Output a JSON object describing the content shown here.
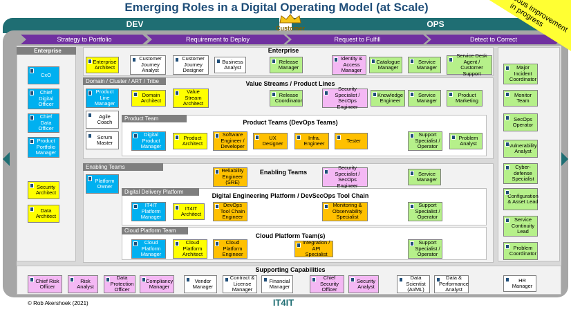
{
  "title": "Emerging Roles in a Digital Operating Model (at Scale)",
  "ribbon": "Continuous improvement in progress",
  "dev_label": "DEV",
  "ops_label": "OPS",
  "customer_label": "Customer",
  "value_streams": [
    "Strategy to Portfolio",
    "Requirement to Deploy",
    "Request to Fulfill",
    "Detect to Correct"
  ],
  "enterprise_left": {
    "tab": "Enterprise",
    "roles": [
      "CxO",
      "Chief Digital Officer",
      "Chief Data Officer",
      "Product Portfolio Manager",
      "Security Architect",
      "Data Architect"
    ]
  },
  "enterprise_main": {
    "heading": "Enterprise",
    "roles": [
      "Enterprise Architect",
      "Customer Journey Analyst",
      "Customer Journey Designer",
      "Business Analyst",
      "Release Manager",
      "Identity & Access Manager",
      "Catalogue Manager",
      "Service Manager",
      "Service Desk Agent / Customer Support"
    ]
  },
  "domain": {
    "tab": "Domain / Cluster / ART / Tribe",
    "heading": "Value Streams / Product Lines",
    "roles": [
      "Product Line Manager",
      "Domain Architect",
      "Value Stream Architect",
      "Release Coordinator",
      "Security Specialist / SecOps Engineer",
      "Knowledge Engineer",
      "Service Manager",
      "Product Marketing"
    ],
    "agile_coach": "Agile Coach",
    "scrum_master": "Scrum Master"
  },
  "product_team": {
    "tab": "Product Team",
    "heading": "Product Teams (DevOps Teams)",
    "roles": [
      "Digital Product Manager",
      "Product Architect",
      "Software Engineer / Developer",
      "UX Designer",
      "Infra. Engineer",
      "Tester",
      "Support Specialist / Operator",
      "Problem Analyst"
    ]
  },
  "enabling": {
    "tab": "Enabling Teams",
    "heading": "Enabling Teams",
    "platform_owner": "Platform Owner",
    "roles": [
      "Reliability Engineer (SRE)",
      "Security Specialist / SecOps Engineer",
      "Service Manager"
    ]
  },
  "ddp": {
    "tab": "Digital Delivery Platform",
    "heading": "Digital Engineering Platform / DevSecOps Tool Chain",
    "roles": [
      "IT4IT Platform Manager",
      "IT4IT Architect",
      "DevOps Tool Chain Engineer",
      "Monitoring & Observability Specialist",
      "Support Specialist / Operator"
    ]
  },
  "cloud": {
    "tab": "Cloud Platform Team",
    "heading": "Cloud Platform Team(s)",
    "roles": [
      "Cloud Platform Manager",
      "Cloud Platform Architect",
      "Cloud Platform Engineer",
      "Integration / API Specialist",
      "Support Specialist / Operator"
    ]
  },
  "ops_right": [
    "Major Incident Coordinator",
    "Monitor Team",
    "SecOps Operator",
    "Vulnerability Analyst",
    "Cyber-defense Specialist",
    "Configuration & Asset Lead",
    "Service Continuity Lead",
    "Problem Coordinator"
  ],
  "supporting": {
    "heading": "Supporting Capabilities",
    "roles": [
      "Chief Risk Officer",
      "Risk Analyst",
      "Data Protection Officer",
      "Compliancy Manager",
      "Vendor Manager",
      "Contract & License Manager",
      "Financial Manager",
      "Chief Security Officer",
      "Security Analyst",
      "Data Scientist (AI/ML)",
      "Data & Performance Analyst",
      "HR Manager"
    ]
  },
  "footer": "© Rob Akershoek (2021)",
  "logo": "IT4IT"
}
